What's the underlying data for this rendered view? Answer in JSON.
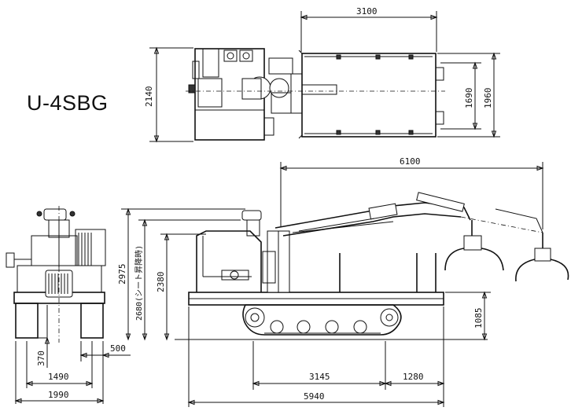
{
  "model_name": "U-4SBG",
  "dimensions": {
    "top_length": "3100",
    "top_width_outer": "2140",
    "top_width_inner": "1690",
    "top_width_right": "1960",
    "boom_reach": "6100",
    "height_total": "2975",
    "height_seat": "2680(シート昇降時)",
    "height_cab": "2380",
    "deck_height": "1085",
    "ground_clearance": "370",
    "track_gauge": "1490",
    "overall_width": "1990",
    "track_width": "500",
    "track_length": "3145",
    "rear_overhang": "1280",
    "overall_length": "5940"
  }
}
